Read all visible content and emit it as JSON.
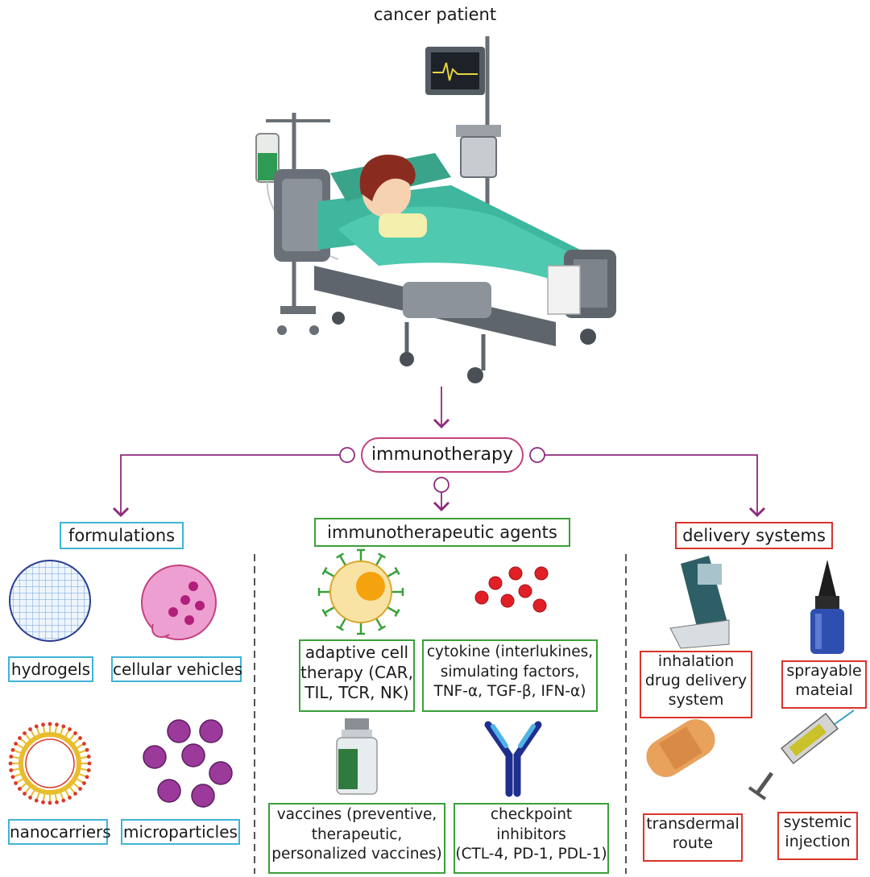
{
  "title": "cancer patient",
  "center": "immunotherapy",
  "colors": {
    "connector": "#8e2a7c",
    "formulations_border": "#3fb3d6",
    "agents_border": "#3aa03a",
    "delivery_border": "#d9342b",
    "divider": "#555555"
  },
  "formulations": {
    "heading": "formulations",
    "items": [
      "hydrogels",
      "cellular vehicles",
      "nanocarriers",
      "microparticles"
    ]
  },
  "agents": {
    "heading": "immunotherapeutic agents",
    "items": [
      "adaptive cell\ntherapy (CAR,\nTIL, TCR, NK)",
      "cytokine (interlukines,\nsimulating factors,\nTNF-α, TGF-β, IFN-α)",
      "vaccines (preventive,\ntherapeutic,\npersonalized vaccines)",
      "checkpoint\ninhibitors\n(CTL-4, PD-1, PDL-1)"
    ]
  },
  "delivery": {
    "heading": "delivery systems",
    "items": [
      "inhalation\ndrug delivery\nsystem",
      "sprayable\nmateial",
      "transdermal\nroute",
      "systemic\ninjection"
    ]
  },
  "icons": [
    "hospital-bed-icon",
    "hydrogel-icon",
    "cell-icon",
    "nanocarrier-icon",
    "microparticles-icon",
    "t-cell-icon",
    "cytokine-icon",
    "vaccine-vial-icon",
    "antibody-icon",
    "inhaler-icon",
    "spray-bottle-icon",
    "bandage-patch-icon",
    "syringe-icon"
  ]
}
